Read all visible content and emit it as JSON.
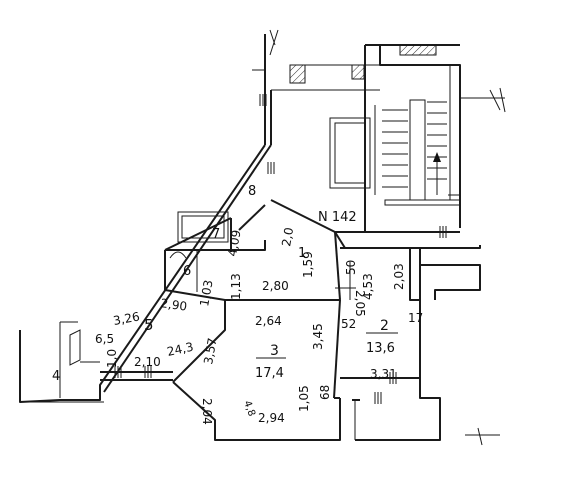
{
  "plan": {
    "apartment_number": "N 142",
    "rooms": [
      {
        "id": "room-1",
        "number": "1",
        "area": ""
      },
      {
        "id": "room-2",
        "number": "2",
        "area": "13,6"
      },
      {
        "id": "room-3",
        "number": "3",
        "area": "17,4"
      },
      {
        "id": "room-4",
        "number": "4",
        "area": ""
      },
      {
        "id": "room-5",
        "number": "5",
        "area": ""
      },
      {
        "id": "room-6",
        "number": "6",
        "area": ""
      },
      {
        "id": "room-7",
        "number": "7",
        "area": ""
      },
      {
        "id": "room-8",
        "number": "8",
        "area": ""
      }
    ],
    "dimensions": {
      "d_409": "4,09",
      "d_20": "2,0",
      "d_159": "1,59",
      "d_280": "2,80",
      "d_113": "1,13",
      "d_103": "1,03",
      "d_290": "2,90",
      "d_326": "3,26",
      "d_65": "6,5",
      "d_10": "1,0",
      "d_210": "2,10",
      "d_243": "24,3",
      "d_264": "2,64",
      "d_345": "3,45",
      "d_357": "3,57",
      "d_204": "2,04",
      "d_294": "2,94",
      "d_48": "4,8",
      "d_105": "1,05",
      "d_68": "68",
      "d_50": "50",
      "d_205": "2,05",
      "d_453": "4,53",
      "d_203": "2,03",
      "d_52": "52",
      "d_17": "17",
      "d_331": "3,31"
    }
  }
}
